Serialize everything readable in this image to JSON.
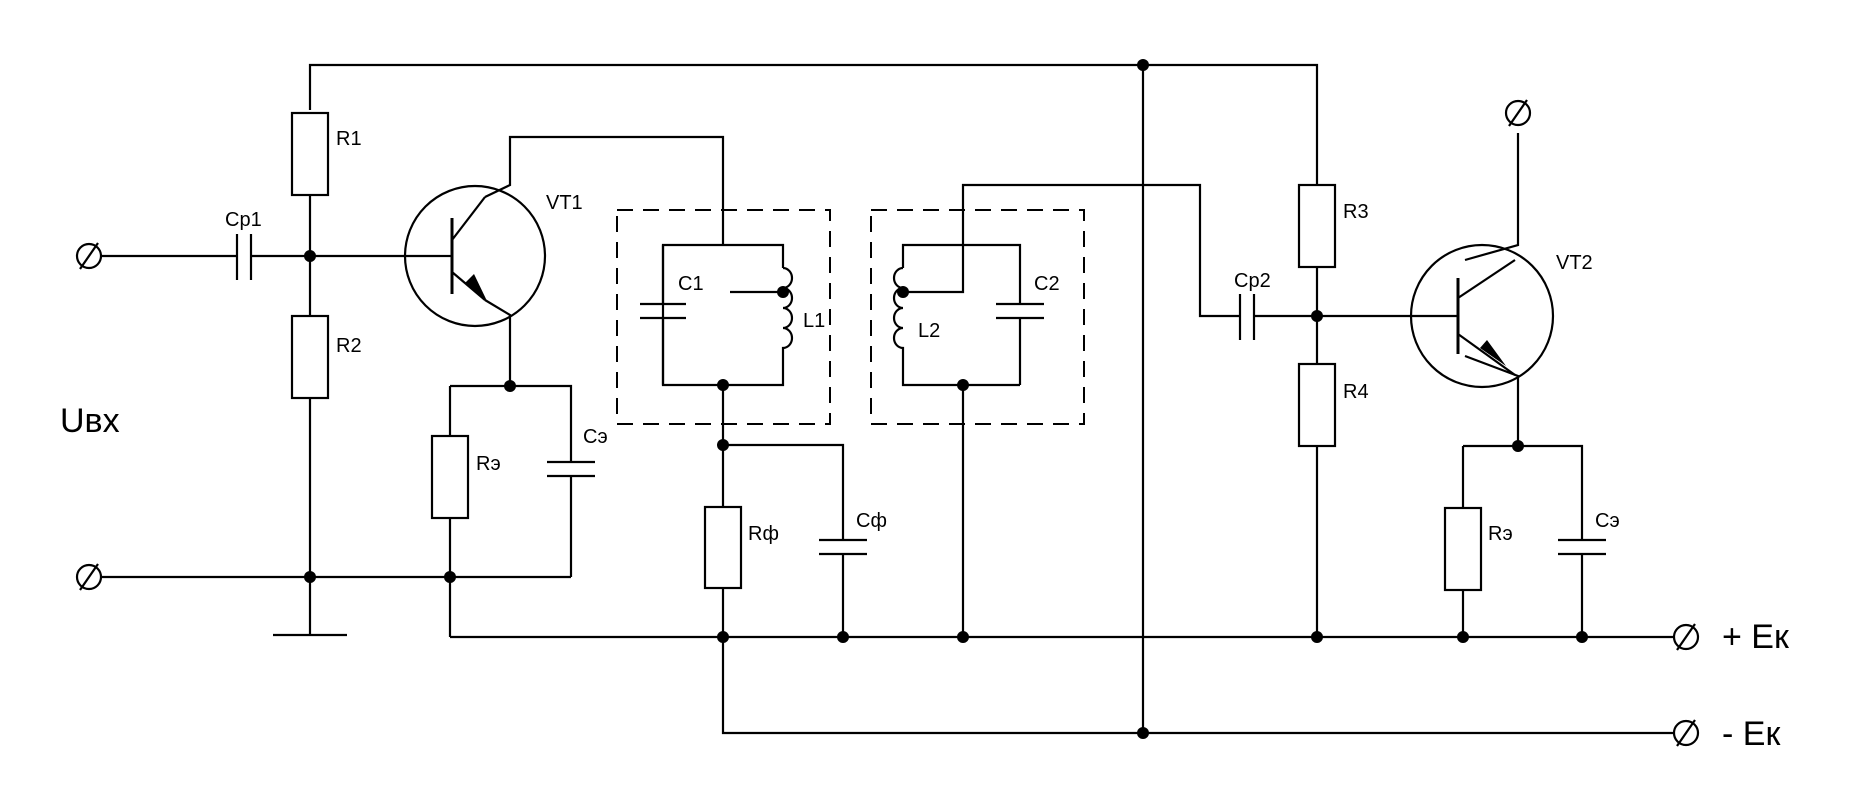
{
  "labels": {
    "r1": "R1",
    "r2": "R2",
    "r3": "R3",
    "r4": "R4",
    "cp1": "Cp1",
    "cp2": "Cp2",
    "vt1": "VT1",
    "vt2": "VT2",
    "c1": "C1",
    "c2": "C2",
    "l1": "L1",
    "l2": "L2",
    "re1": "Rэ",
    "ce1": "Cэ",
    "re2": "Rэ",
    "ce2": "Cэ",
    "rf": "Rф",
    "cf": "Cф",
    "uin": "Uвх",
    "plus_ek": "+ Eк",
    "minus_ek": "- Eк"
  }
}
